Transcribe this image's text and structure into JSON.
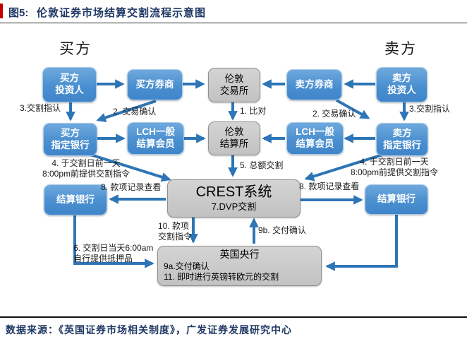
{
  "header": {
    "figure_label": "图5:",
    "title": "伦敦证券市场结算交割流程示意图"
  },
  "footer": {
    "source": "数据来源：《英国证券市场相关制度》，广发证券发展研究中心"
  },
  "colors": {
    "accent_red": "#c00000",
    "title_navy": "#1f3864",
    "arrow_blue": "#2e75b6",
    "node_blue": "#4a8fd0",
    "node_gray": "#c8c8c8"
  },
  "diagram": {
    "groups": {
      "buyer": "买方",
      "seller": "卖方"
    },
    "nodes": {
      "buyer_investor": "买方\n投资人",
      "buyer_broker": "买方券商",
      "london_exchange": "伦敦\n交易所",
      "seller_broker": "卖方券商",
      "seller_investor": "卖方\n投资人",
      "buyer_bank": "买方\n指定银行",
      "lch_member_left": "LCH一般\n结算会员",
      "london_clearing_house": "伦敦\n结算所",
      "lch_member_right": "LCH一般\n结算会员",
      "seller_bank": "卖方\n指定银行",
      "crest": {
        "title": "CREST系统",
        "subtitle": "7.DVP交割"
      },
      "settlement_bank_left": "结算银行",
      "settlement_bank_right": "结算银行",
      "boe": {
        "title": "英国央行",
        "line1": "9a.交付确认",
        "line2": "11. 即时进行英镑转欧元的交割"
      }
    },
    "edge_labels": {
      "step1": "1. 比对",
      "step2_left": "2. 交易确认",
      "step2_right": "2. 交易确认",
      "step3_left": "3.交割指认",
      "step3_right": "3.交割指认",
      "step4_left": "4. 于交割日前一天\n8:00pm前提供交割指令",
      "step4_right": "4. 于交割日前一天\n8:00pm前提供交割指令",
      "step5": "5. 总额交割",
      "step6": "6. 交割日当天6:00am\n自行提供抵押品",
      "step8_left": "8. 款项记录查看",
      "step8_right": "8. 款项记录查看",
      "step9b": "9b. 交付确认",
      "step10": "10. 款项\n交割指令"
    }
  }
}
